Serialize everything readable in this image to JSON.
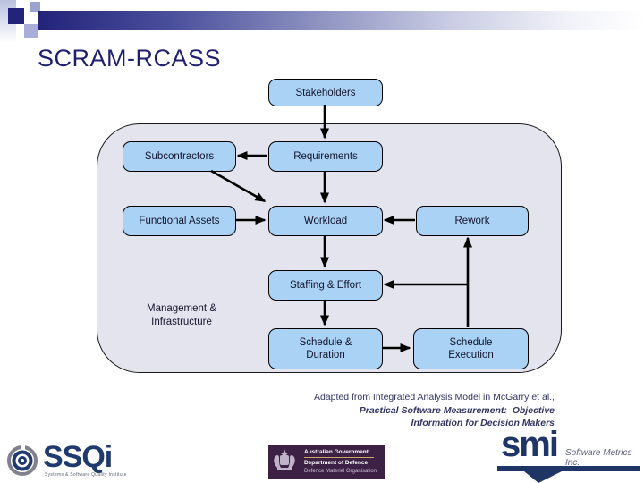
{
  "slide_title": "SCRAM-RCASS",
  "diagram": {
    "nodes": {
      "stakeholders": "Stakeholders",
      "subcontractors": "Subcontractors",
      "requirements": "Requirements",
      "functional_assets": "Functional Assets",
      "workload": "Workload",
      "rework": "Rework",
      "staffing_effort": "Staffing & Effort",
      "schedule_duration": "Schedule &\nDuration",
      "schedule_execution": "Schedule\nExecution",
      "management_infrastructure": "Management &\nInfrastructure"
    },
    "edges": [
      {
        "from": "stakeholders",
        "to": "requirements",
        "points": [
          [
            363,
            117
          ],
          [
            363,
            154
          ]
        ]
      },
      {
        "from": "requirements",
        "to": "subcontractors",
        "points": [
          [
            299,
            174
          ],
          [
            266,
            174
          ]
        ]
      },
      {
        "from": "subcontractors",
        "to": "workload",
        "points": [
          [
            236,
            191
          ],
          [
            296,
            225
          ]
        ]
      },
      {
        "from": "requirements",
        "to": "workload",
        "points": [
          [
            363,
            191
          ],
          [
            363,
            226
          ]
        ]
      },
      {
        "from": "functional_assets",
        "to": "workload",
        "points": [
          [
            263,
            246
          ],
          [
            296,
            246
          ]
        ]
      },
      {
        "from": "rework",
        "to": "workload",
        "points": [
          [
            464,
            246
          ],
          [
            430,
            246
          ]
        ]
      },
      {
        "from": "workload",
        "to": "staffing_effort",
        "points": [
          [
            363,
            263
          ],
          [
            363,
            298
          ]
        ]
      },
      {
        "from": "staffing_effort",
        "to": "schedule_duration",
        "points": [
          [
            363,
            335
          ],
          [
            363,
            363
          ]
        ]
      },
      {
        "from": "schedule_duration",
        "to": "schedule_execution",
        "points": [
          [
            427,
            389
          ],
          [
            458,
            389
          ]
        ]
      },
      {
        "from": "schedule_execution",
        "to": "rework",
        "points": [
          [
            523,
            366
          ],
          [
            523,
            266
          ]
        ]
      },
      {
        "from": "schedule_execution",
        "to": "staffing_effort",
        "points": [
          [
            523,
            318
          ],
          [
            430,
            318
          ]
        ]
      }
    ]
  },
  "attribution": {
    "line1": "Adapted from Integrated Analysis Model in McGarry et al.,",
    "line2": "Practical Software Measurement:  Objective",
    "line3": "Information for Decision Makers"
  },
  "logos": {
    "ssqi": {
      "name": "SSQi",
      "tagline": "Systems & Software Quality Institute"
    },
    "defence": {
      "line1": "Australian Government",
      "line2": "Department of Defence",
      "line3": "Defence Materiel Organisation"
    },
    "smi": {
      "name": "smi",
      "tagline": "Software Metrics Inc."
    }
  },
  "colors": {
    "node_fill": "#A9D2F4",
    "node_border": "#000000",
    "container_fill": "#E4E4EE",
    "title_navy": "#1F1F70",
    "attribution_navy": "#333366",
    "logo_navy": "#1E3A6E",
    "defence_purple": "#3D2144"
  }
}
